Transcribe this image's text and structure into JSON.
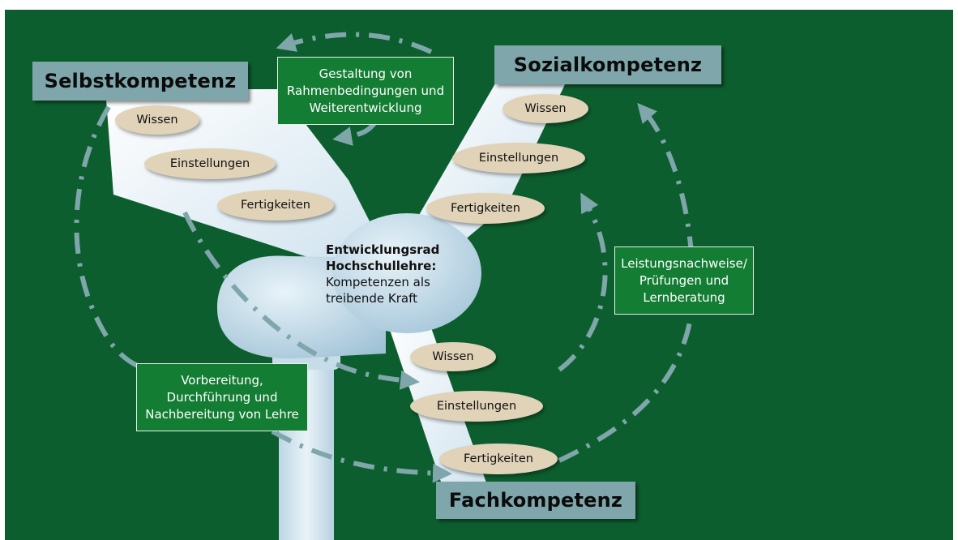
{
  "headings": {
    "self": "Selbstkompetenz",
    "social": "Sozialkompetenz",
    "subject": "Fachkompetenz"
  },
  "hub": {
    "title_line1": "Entwicklungsrad",
    "title_line2": "Hochschullehre:",
    "text_line1": "Kompetenzen als",
    "text_line2": "treibende Kraft"
  },
  "boxes": {
    "top": "Gestaltung von\nRahmenbedingungen und\nWeiterentwicklung",
    "right": "Leistungsnachweise/\nPrüfungen und\nLernberatung",
    "left": "Vorbereitung,\nDurchführung und\nNachbereitung von Lehre"
  },
  "ovals": {
    "self": [
      "Wissen",
      "Einstellungen",
      "Fertigkeiten"
    ],
    "social": [
      "Wissen",
      "Einstellungen",
      "Fertigkeiten"
    ],
    "subject": [
      "Wissen",
      "Einstellungen",
      "Fertigkeiten"
    ]
  },
  "colors": {
    "background": "#0d5e2e",
    "blade": "#dbe9f3",
    "heading_fill": "#7fa6ab",
    "box_fill": "#137d33",
    "oval_fill": "#e1d3b8",
    "arrow": "#7fa6ab"
  }
}
